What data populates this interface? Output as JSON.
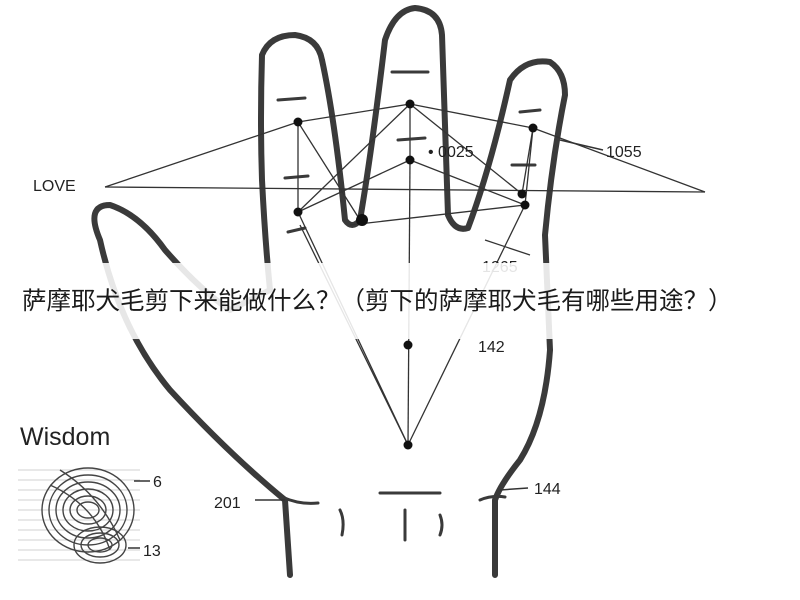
{
  "caption": "萨摩耶犬毛剪下来能做什么？（剪下的萨摩耶犬毛有哪些用途？）",
  "diagram": {
    "labels": {
      "love": "LOVE",
      "n0025": "0025",
      "n1055": "1055",
      "n1265": "1265",
      "n142": "142",
      "n144": "144",
      "n201": "201",
      "wisdom": "Wisdom",
      "n6": "6",
      "n13": "13"
    }
  },
  "colors": {
    "ink": "#2a2a2a",
    "background": "#ffffff"
  }
}
